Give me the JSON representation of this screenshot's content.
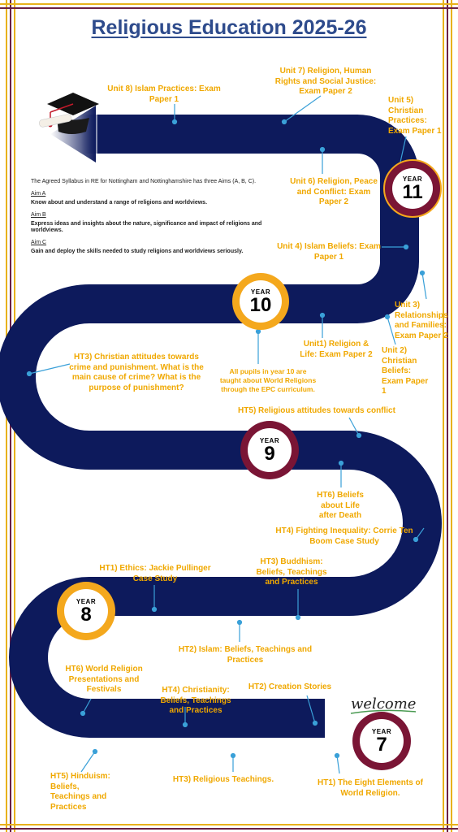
{
  "title": "Religious Education 2025-26",
  "colors": {
    "road": "#0d1a5c",
    "label": "#f0a800",
    "connector": "#3aa0d8",
    "gold": "#f4a81d",
    "maroon": "#7a1535",
    "frame_gold": "#e8b21b",
    "frame_maroon": "#6a2043"
  },
  "intro": {
    "lead": "The Agreed Syllabus in RE for Nottingham and Nottinghamshire has three Aims (A, B, C).",
    "aim_a_heading": "Aim A",
    "aim_a_text": "Know about and understand a range of religions and worldviews.",
    "aim_b_heading": "Aim B",
    "aim_b_text": "Express ideas and insights about the nature, significance and impact of religions and worldviews.",
    "aim_c_heading": "Aim C",
    "aim_c_text": "Gain and deploy the skills needed to study religions and worldviews seriously."
  },
  "badges": [
    {
      "word": "YEAR",
      "number": "11"
    },
    {
      "word": "YEAR",
      "number": "10"
    },
    {
      "word": "YEAR",
      "number": "9"
    },
    {
      "word": "YEAR",
      "number": "8"
    },
    {
      "word": "YEAR",
      "number": "7"
    }
  ],
  "welcome": "welcome",
  "labels": [
    {
      "text": "Unit 8) Islam Practices: Exam Paper 1"
    },
    {
      "text": "Unit 7) Religion, Human Rights and Social Justice: Exam Paper 2"
    },
    {
      "text": "Unit 5) Christian Practices: Exam Paper 1"
    },
    {
      "text": "Unit 6) Religion, Peace and Conflict: Exam Paper 2"
    },
    {
      "text": "Unit 4) Islam Beliefs: Exam Paper 1"
    },
    {
      "text": "Unit 3) Relationships and Families: Exam Paper 2"
    },
    {
      "text": "Unit1) Religion & Life: Exam Paper 2"
    },
    {
      "text": "Unit 2) Christian Beliefs: Exam Paper 1"
    },
    {
      "text": "HT3) Christian attitudes towards crime and punishment. What is the main cause of crime? What is the purpose of punishment?"
    },
    {
      "text": "All pupils in year 10 are taught about World Religions through the EPC curriculum."
    },
    {
      "text": "HT5) Religious attitudes towards conflict"
    },
    {
      "text": "HT6) Beliefs about Life after Death"
    },
    {
      "text": "HT4) Fighting Inequality: Corrie Ten Boom Case Study"
    },
    {
      "text": "HT1) Ethics: Jackie Pullinger Case Study"
    },
    {
      "text": "HT3) Buddhism: Beliefs, Teachings and Practices"
    },
    {
      "text": "HT2) Islam: Beliefs, Teachings and Practices"
    },
    {
      "text": "HT6) World Religion Presentations and Festivals"
    },
    {
      "text": "HT4) Christianity: Beliefs, Teachings and Practices"
    },
    {
      "text": "HT2) Creation Stories"
    },
    {
      "text": "HT5) Hinduism: Beliefs, Teachings and Practices"
    },
    {
      "text": "HT3) Religious Teachings."
    },
    {
      "text": "HT1) The Eight Elements of World Religion."
    }
  ]
}
